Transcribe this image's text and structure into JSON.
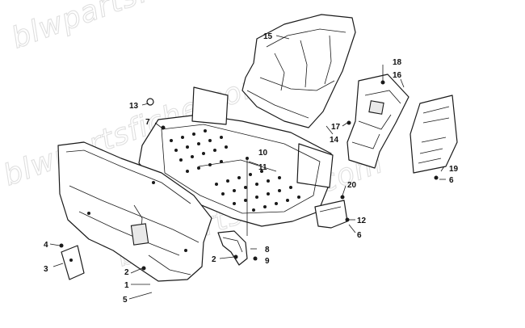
{
  "watermark": {
    "text": "blwpartsfiche.com",
    "color": "#dcdcdc"
  },
  "callouts": {
    "c1": "1",
    "c2a": "2",
    "c2b": "2",
    "c3": "3",
    "c4": "4",
    "c5": "5",
    "c6a": "6",
    "c6b": "6",
    "c7": "7",
    "c8": "8",
    "c9": "9",
    "c10": "10",
    "c11": "11",
    "c12": "12",
    "c13": "13",
    "c14": "14",
    "c15": "15",
    "c16": "16",
    "c17": "17",
    "c18": "18",
    "c19": "19",
    "c20": "20"
  },
  "colors": {
    "line": "#1a1a1a",
    "background": "#ffffff"
  }
}
